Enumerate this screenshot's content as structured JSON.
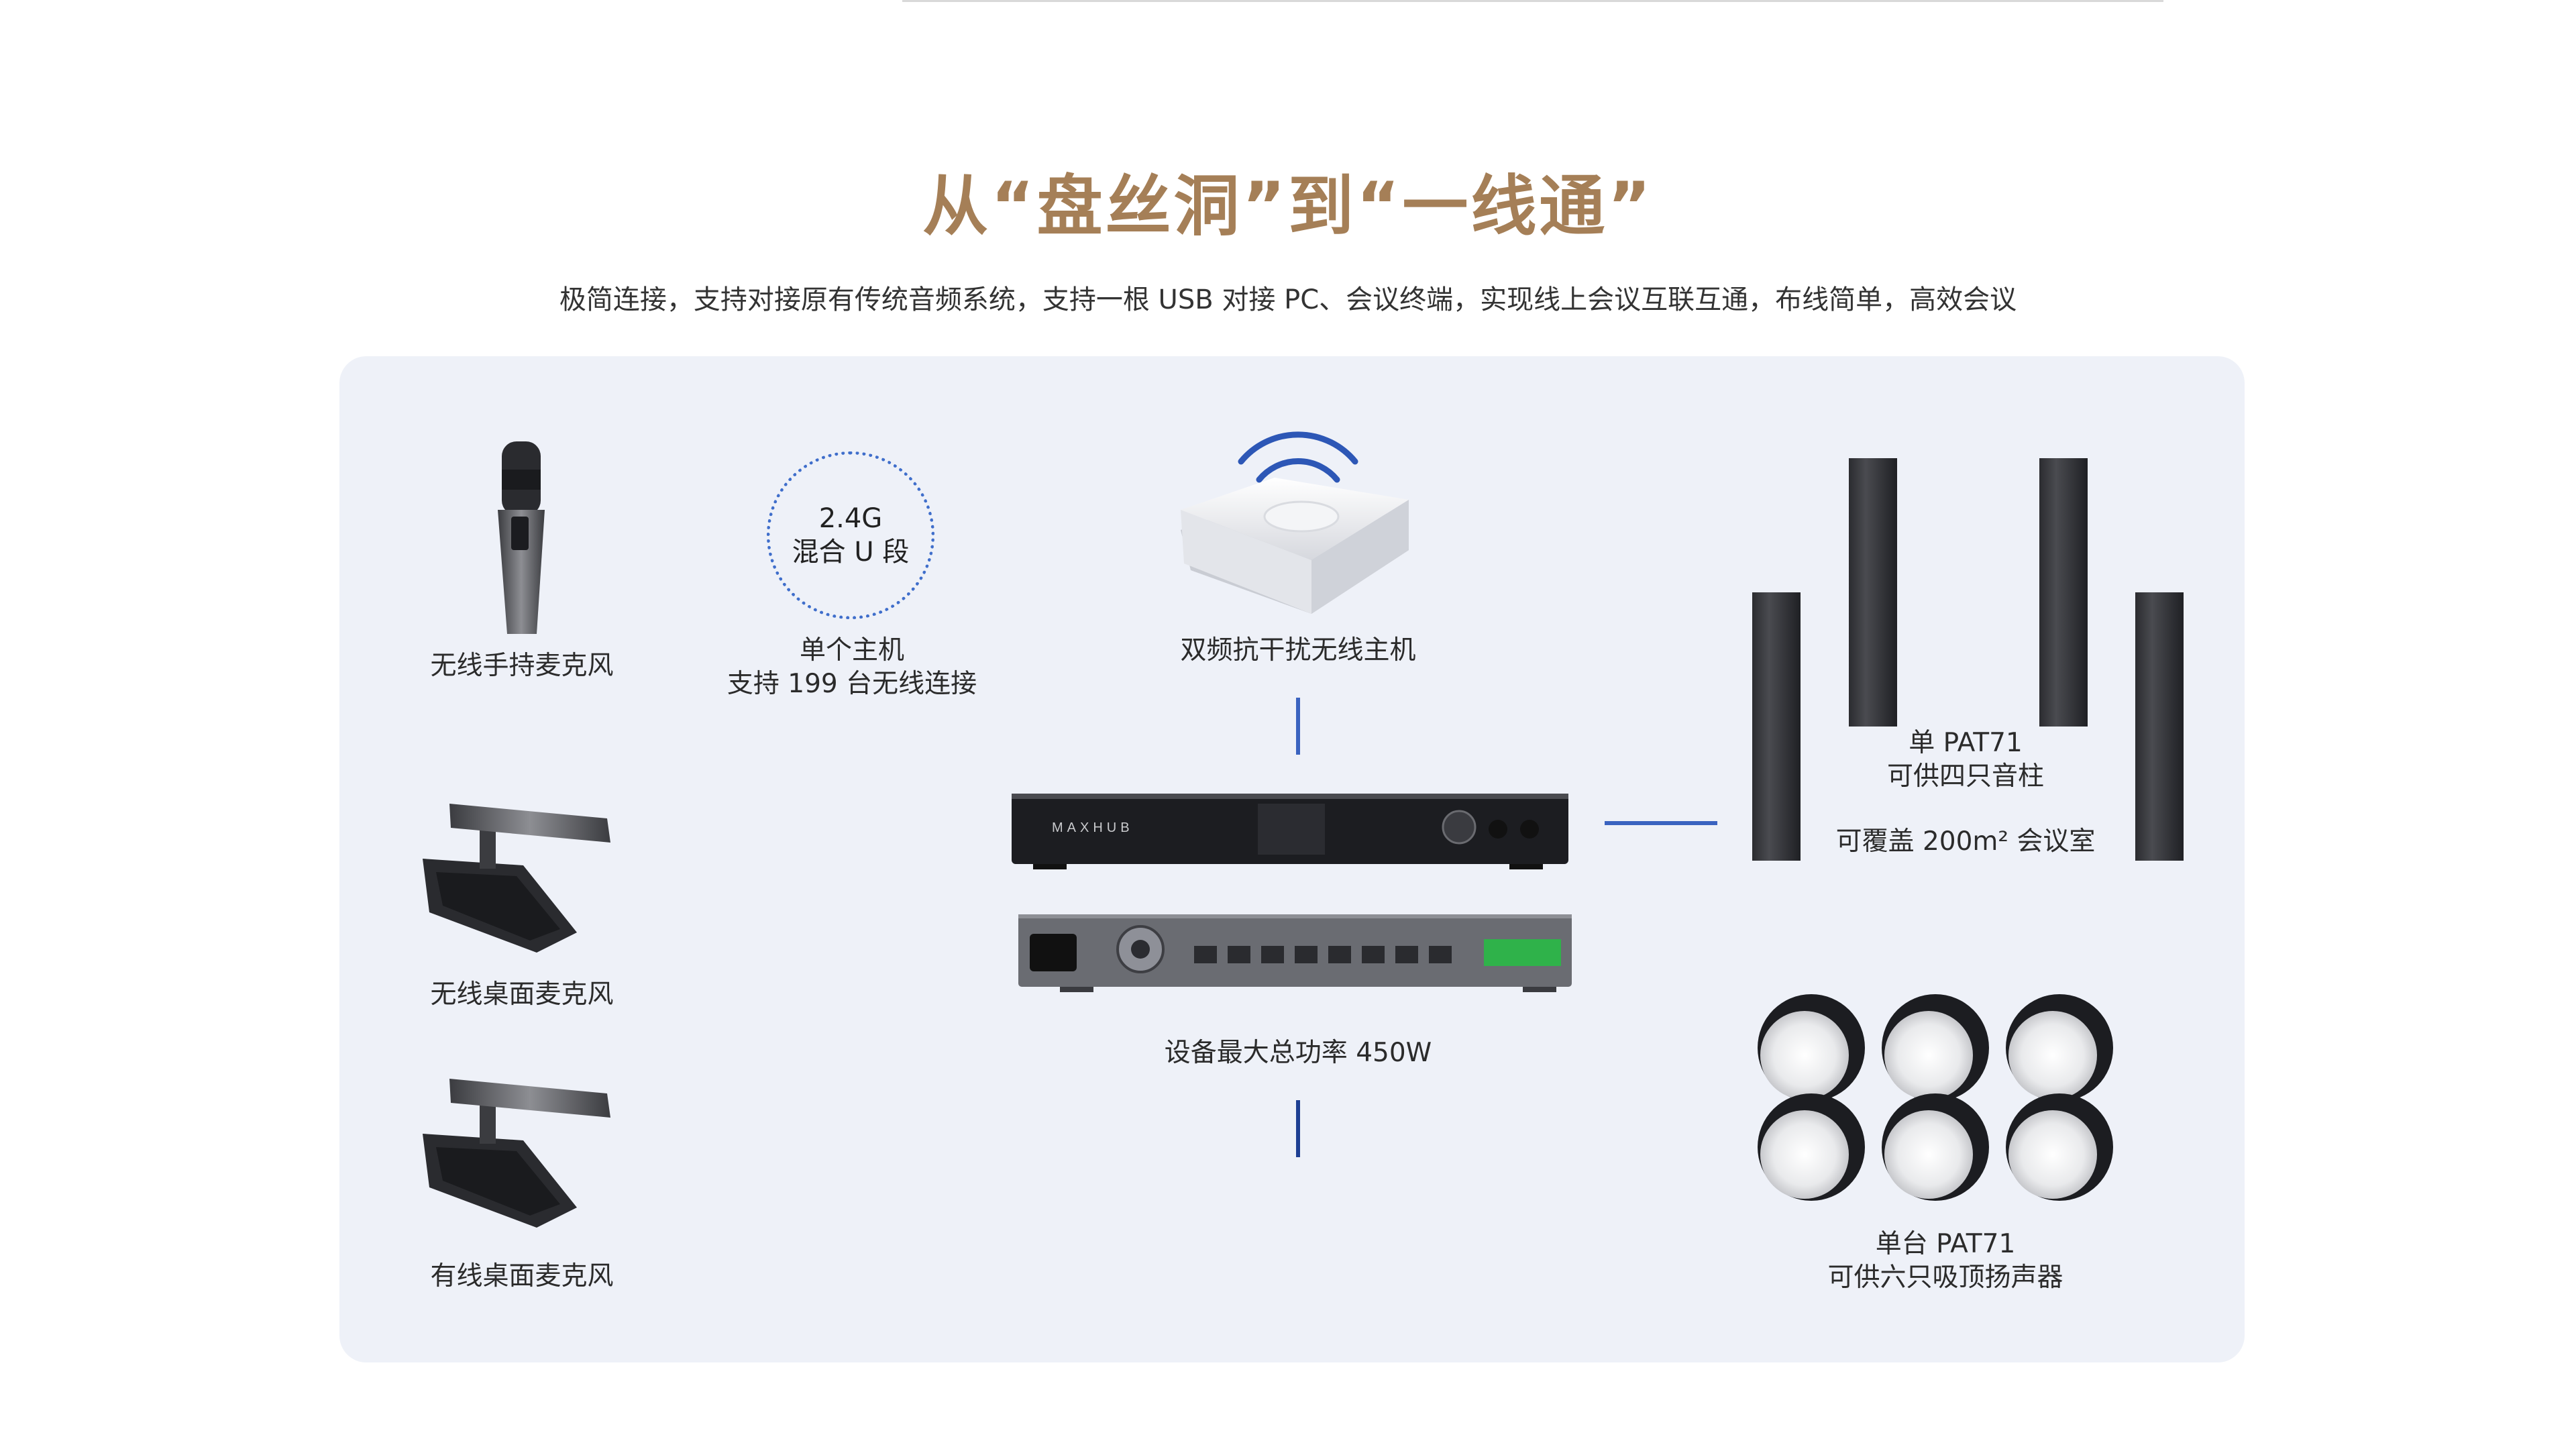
{
  "header": {
    "title": "从“盘丝洞”到“一线通”",
    "subtitle": "极简连接，支持对接原有传统音频系统，支持一根 USB 对接 PC、会议终端，实现线上会议互联互通，布线简单，高效会议"
  },
  "diagram": {
    "handheld_mic_label": "无线手持麦克风",
    "badge": {
      "line1": "2.4G",
      "line2": "混合 U 段"
    },
    "host_capacity": {
      "line1": "单个主机",
      "line2": "支持 199 台无线连接"
    },
    "ap_label": "双频抗干扰无线主机",
    "wireless_desk_label": "无线桌面麦克风",
    "wired_desk_label": "有线桌面麦克风",
    "power_label": "设备最大总功率 450W",
    "brand_text": "MAXHUB",
    "column_speakers": {
      "line1": "单 PAT71",
      "line2": "可供四只音柱",
      "line3": "可覆盖 200m² 会议室"
    },
    "ceiling_speakers": {
      "line1": "单台 PAT71",
      "line2": "可供六只吸顶扬声器"
    }
  },
  "colors": {
    "title": "#a57f57",
    "panel": "#eef1f8",
    "line_dark": "#1e3f93",
    "line_light": "#7cc6ea",
    "device_dark": "#2a2b2f"
  },
  "icons": [
    "wifi-signal-icon"
  ]
}
